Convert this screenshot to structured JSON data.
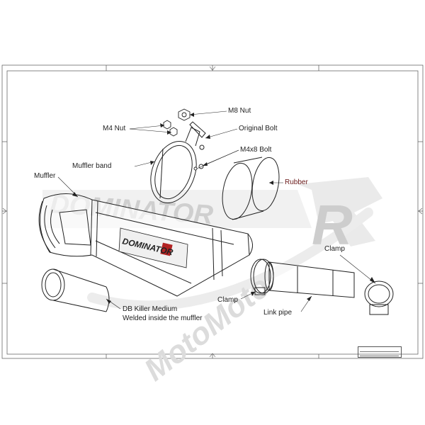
{
  "labels": {
    "m8_nut": "M8 Nut",
    "m4_nut": "M4 Nut",
    "original_bolt": "Original Bolt",
    "m4x8_bolt": "M4x8 Bolt",
    "muffler_band": "Muffler band",
    "muffler": "Muffler",
    "rubber": "Rubber",
    "clamp_right": "Clamp",
    "clamp_middle": "Clamp",
    "link_pipe": "Link pipe",
    "db_killer_line1": "DB Killer Medium",
    "db_killer_line2": "Welded inside the muffler"
  },
  "watermark": {
    "brand": "DOMINATOR",
    "sub": "MotoMoto",
    "letter": "R",
    "accent_color": "#c8c8c8"
  },
  "muffler_logo": {
    "text": "DOMINATOR",
    "accent_color": "#b22222"
  },
  "colors": {
    "line": "#222222",
    "label_red": "#6a1a1a",
    "frame": "#555555"
  }
}
